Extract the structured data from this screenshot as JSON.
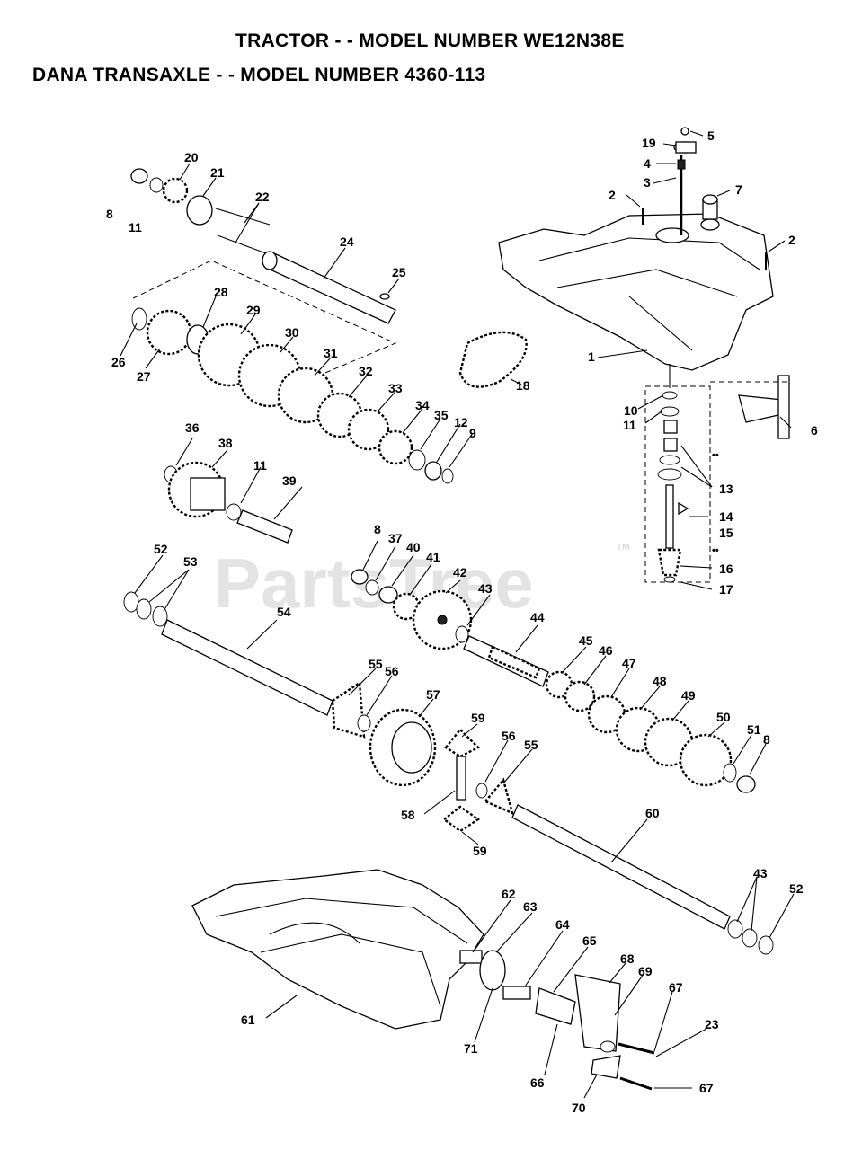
{
  "header": {
    "title_line1": "TRACTOR - - MODEL NUMBER WE12N38E",
    "title_line2": "DANA  TRANSAXLE - - MODEL NUMBER 4360-113"
  },
  "watermark": {
    "text": "PartsTree",
    "trademark": "TM"
  },
  "callouts": {
    "c1": "1",
    "c2a": "2",
    "c2b": "2",
    "c3": "3",
    "c4": "4",
    "c5": "5",
    "c6": "6",
    "c7": "7",
    "c8a": "8",
    "c8b": "8",
    "c8c": "8",
    "c9": "9",
    "c10": "10",
    "c11a": "11",
    "c11b": "11",
    "c11c": "11",
    "c12": "12",
    "c13": "13",
    "c14": "14",
    "c15": "15",
    "c16": "16",
    "c17": "17",
    "c18": "18",
    "c19": "19",
    "c20": "20",
    "c21": "21",
    "c22": "22",
    "c23": "23",
    "c24": "24",
    "c25": "25",
    "c26": "26",
    "c27": "27",
    "c28": "28",
    "c29": "29",
    "c30": "30",
    "c31": "31",
    "c32": "32",
    "c33": "33",
    "c34": "34",
    "c35": "35",
    "c36": "36",
    "c37": "37",
    "c38": "38",
    "c39": "39",
    "c40": "40",
    "c41": "41",
    "c42": "42",
    "c43a": "43",
    "c43b": "43",
    "c44": "44",
    "c45": "45",
    "c46": "46",
    "c47": "47",
    "c48": "48",
    "c49": "49",
    "c50": "50",
    "c51": "51",
    "c52a": "52",
    "c52b": "52",
    "c53": "53",
    "c54": "54",
    "c55a": "55",
    "c55b": "55",
    "c56a": "56",
    "c56b": "56",
    "c57": "57",
    "c58": "58",
    "c59a": "59",
    "c59b": "59",
    "c60": "60",
    "c61": "61",
    "c62": "62",
    "c63": "63",
    "c64": "64",
    "c65": "65",
    "c66": "66",
    "c67a": "67",
    "c67b": "67",
    "c68": "68",
    "c69": "69",
    "c70": "70",
    "c71": "71",
    "dd1": "••",
    "dd2": "••"
  }
}
